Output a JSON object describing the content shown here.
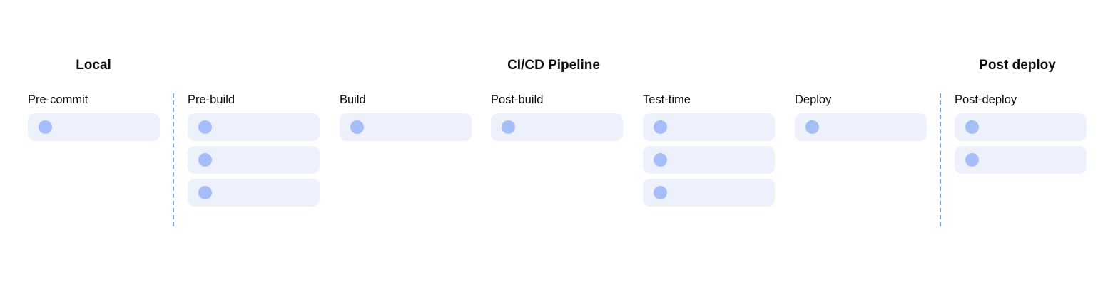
{
  "groups": {
    "local": "Local",
    "pipeline": "CI/CD Pipeline",
    "post_deploy": "Post deploy"
  },
  "stages": [
    {
      "label": "Pre-commit",
      "items": 1
    },
    {
      "label": "Pre-build",
      "items": 3
    },
    {
      "label": "Build",
      "items": 1
    },
    {
      "label": "Post-build",
      "items": 1
    },
    {
      "label": "Test-time",
      "items": 3
    },
    {
      "label": "Deploy",
      "items": 1
    },
    {
      "label": "Post-deploy",
      "items": 2
    }
  ],
  "colors": {
    "card_background": "#edf1fc",
    "dot": "#a6bdf8",
    "divider": "#7fa3ec"
  }
}
